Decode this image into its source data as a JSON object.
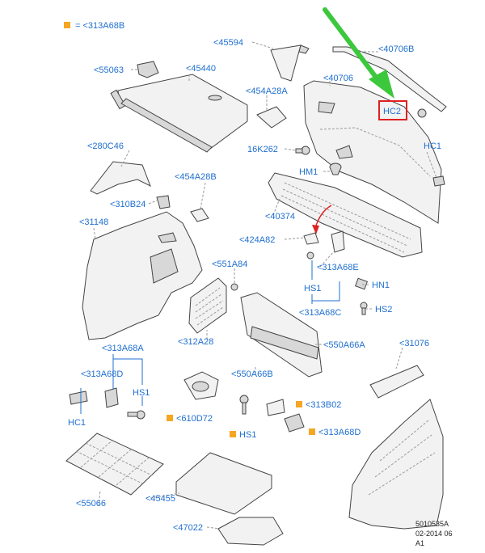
{
  "legend": {
    "text": "= <313A68B",
    "color": "#f5a623"
  },
  "labels": {
    "l45594": "<45594",
    "l40706b": "<40706B",
    "l55063": "<55063",
    "l45440": "<45440",
    "l454a28a": "<454A28A",
    "l40706": "<40706",
    "hc2": "HC2",
    "l16k262": "16K262",
    "hc1_top": "HC1",
    "l280c46": "<280C46",
    "hm1": "HM1",
    "l454a28b": "<454A28B",
    "l310b24": "<310B24",
    "l40374": "<40374",
    "l31148": "<31148",
    "l424a82": "<424A82",
    "l551a84": "<551A84",
    "l313a68e": "<313A68E",
    "hs1_mid": "HS1",
    "hn1": "HN1",
    "l313a68c": "<313A68C",
    "hs2": "HS2",
    "l312a28": "<312A28",
    "l550a66a": "<550A66A",
    "l313a68a": "<313A68A",
    "l31076": "<31076",
    "l313a68d_left": "<313A68D",
    "l550a66b": "<550A66B",
    "hs1_left": "HS1",
    "hc1_left": "HC1",
    "l313b02": "<313B02",
    "l610d72": "<610D72",
    "hs1_bottom": "HS1",
    "l313a68d_right": "<313A68D",
    "l55066": "<55066",
    "l45455": "<45455",
    "l47022": "<47022"
  },
  "reference": {
    "line1": "5010535A",
    "line2": "02-2014 06",
    "line3": "A1"
  },
  "colors": {
    "label": "#1f6fd0",
    "highlight": "#e02020",
    "arrow": "#3cc83c",
    "red_arrow": "#e02020",
    "marker": "#f5a623"
  }
}
